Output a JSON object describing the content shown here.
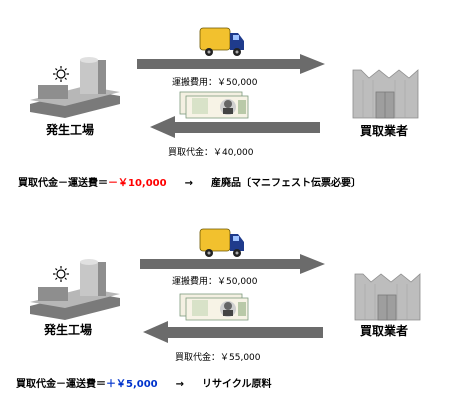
{
  "scenarios": [
    {
      "factory_label": "発生工場",
      "buyer_label": "買取業者",
      "transport_cost_label": "運搬費用：￥50,000",
      "purchase_price_label": "買取代金：￥40,000",
      "summary_prefix": "買取代金－運送費＝",
      "summary_value": "－￥10,000",
      "summary_value_color": "#ff0000",
      "summary_arrow": "→",
      "summary_result": "産廃品〔マニフェスト伝票必要〕"
    },
    {
      "factory_label": "発生工場",
      "buyer_label": "買取業者",
      "transport_cost_label": "運搬費用：￥50,000",
      "purchase_price_label": "買取代金：￥55,000",
      "summary_prefix": "買取代金－運送費＝",
      "summary_value": "＋￥5,000",
      "summary_value_color": "#0033cc",
      "summary_arrow": "→",
      "summary_result": "リサイクル原料"
    }
  ],
  "icons": {
    "factory": "factory-icon",
    "sun": "sun-icon",
    "truck": "truck-icon",
    "banknotes": "banknotes-icon",
    "buyer": "warehouse-icon"
  },
  "colors": {
    "arrow": "#6b6b6b",
    "truck_body": "#f2c12e",
    "truck_cab": "#1f3b8c",
    "building_gray": "#9a9a9a",
    "negative": "#ff0000",
    "positive": "#0033cc"
  }
}
